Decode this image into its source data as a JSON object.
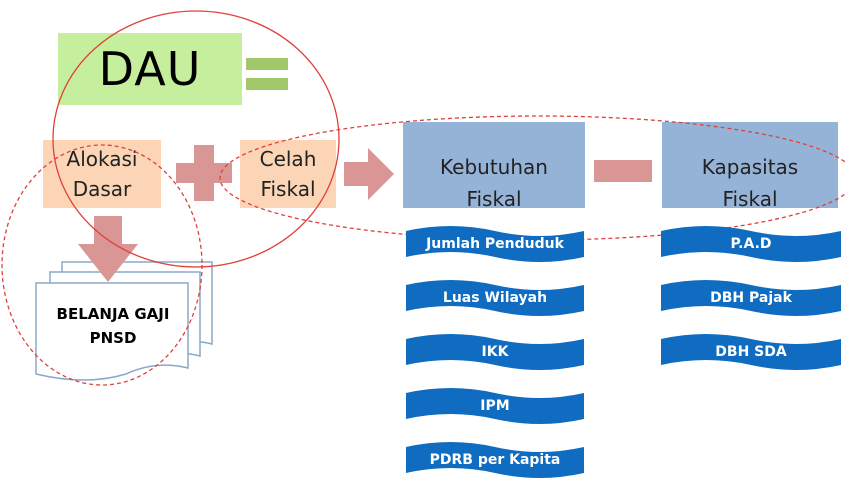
{
  "title": "DAU",
  "alokasi_dasar": {
    "line1": "Alokasi",
    "line2": "Dasar"
  },
  "celah_fiskal": {
    "line1": "Celah",
    "line2": "Fiskal"
  },
  "kebutuhan_fiskal": {
    "line1": "Kebutuhan",
    "line2": "Fiskal",
    "items": [
      "Jumlah Penduduk",
      "Luas Wilayah",
      "IKK",
      "IPM",
      "PDRB per Kapita"
    ]
  },
  "kapasitas_fiskal": {
    "line1": "Kapasitas",
    "line2": "Fiskal",
    "items": [
      "P.A.D",
      "DBH Pajak",
      "DBH SDA"
    ]
  },
  "belanja": {
    "line1": "BELANJA GAJI",
    "line2": "PNSD"
  },
  "colors": {
    "green_box": "#c5ef9c",
    "peach_box": "#fbd5b5",
    "blue_head": "#95b3d7",
    "wave_blue": "#0f6cc0",
    "arrow": "#d99694",
    "equals": "#a3c86a",
    "dashed_red": "#e0403a"
  },
  "icons": {
    "equals": "equals-sign-icon",
    "plus": "plus-sign-icon",
    "minus": "minus-sign-icon",
    "arrow_right": "right-arrow-icon",
    "arrow_down": "down-arrow-icon"
  }
}
